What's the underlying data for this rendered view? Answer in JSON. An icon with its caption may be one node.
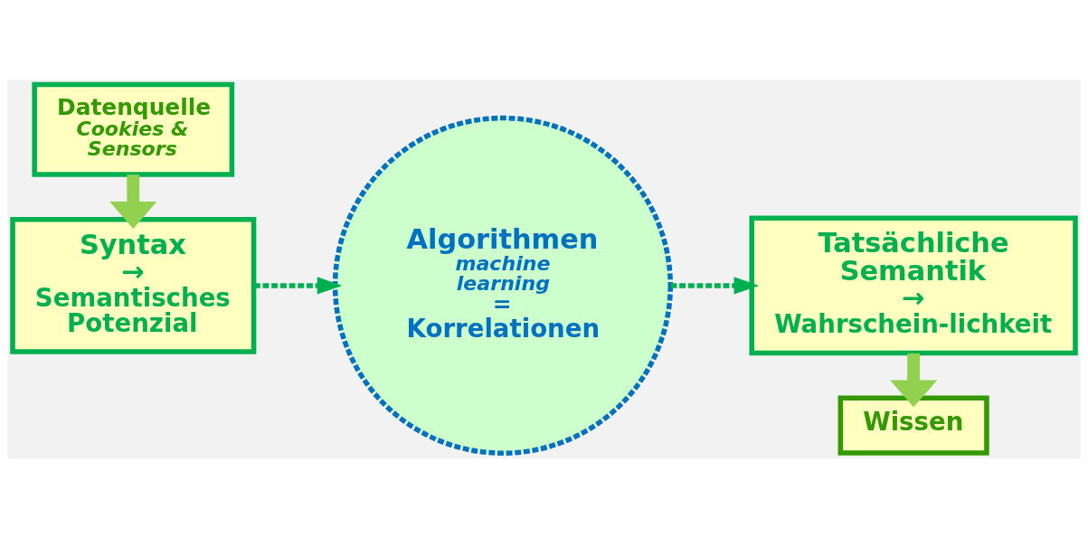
{
  "diagram": {
    "nodes": [
      {
        "text": [
          "Datenquelle",
          "Cookies & Sensors"
        ]
      },
      {
        "text": [
          "Syntax",
          "→",
          "Semantisches Potenzial"
        ]
      },
      {
        "text": [
          "Algorithmen",
          "machine learning",
          "=",
          "Korrelationen"
        ]
      },
      {
        "text": [
          "Tatsächliche Semantik",
          "→",
          "Wahrschein-lichkeit"
        ]
      },
      {
        "text": [
          "Wissen"
        ]
      }
    ],
    "edges": [
      {
        "from": 0,
        "to": 1,
        "arrow": "to",
        "style": "thick",
        "color": "#92d050"
      },
      {
        "from": 1,
        "to": 2,
        "arrow": "to",
        "style": "dashed",
        "color": "#00b050"
      },
      {
        "from": 2,
        "to": 3,
        "arrow": "to",
        "style": "dashed",
        "color": "#00b050"
      },
      {
        "from": 3,
        "to": 4,
        "arrow": "to",
        "style": "thick",
        "color": "#92d050"
      }
    ]
  }
}
